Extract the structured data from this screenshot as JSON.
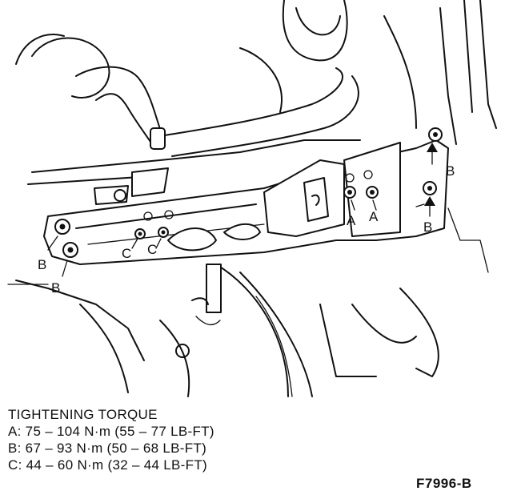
{
  "callouts": {
    "a_left": "A",
    "a_right": "A",
    "b_upper_right": "B",
    "b_lower_right": "B",
    "b_left": "B",
    "b_left_lower": "B",
    "c_left": "C",
    "c_right": "C"
  },
  "torque": {
    "heading": "TIGHTENING TORQUE",
    "lines": [
      "A: 75 – 104 N·m (55 – 77 LB-FT)",
      "B: 67 – 93 N·m (50 – 68 LB-FT)",
      "C: 44 – 60 N·m (32 – 44 LB-FT)"
    ]
  },
  "figure_id": "F7996-B",
  "colors": {
    "ink": "#111111",
    "paper": "#ffffff"
  }
}
